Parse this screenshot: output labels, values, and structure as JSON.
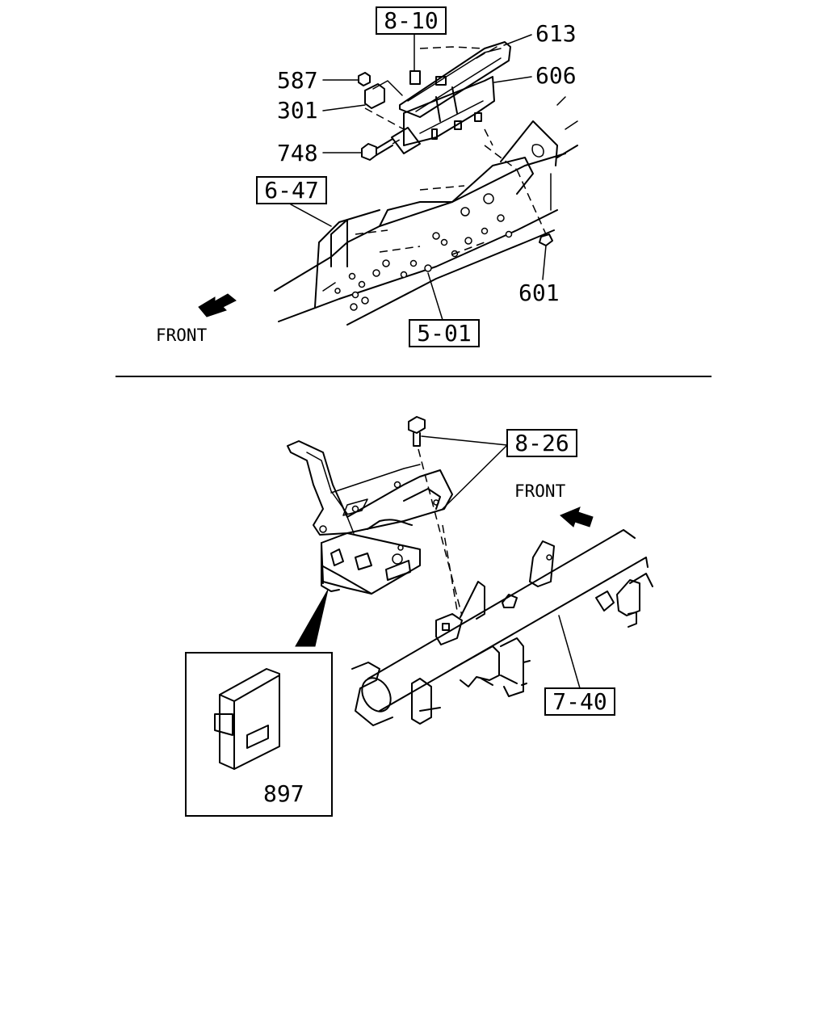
{
  "diagram_top": {
    "ref_8_10": "8-10",
    "ref_6_47": "6-47",
    "ref_5_01": "5-01",
    "part_613": "613",
    "part_606": "606",
    "part_587": "587",
    "part_301": "301",
    "part_748": "748",
    "part_601": "601",
    "front_label": "FRONT"
  },
  "diagram_bottom": {
    "ref_8_26": "8-26",
    "ref_7_40": "7-40",
    "part_897": "897",
    "front_label": "FRONT"
  }
}
